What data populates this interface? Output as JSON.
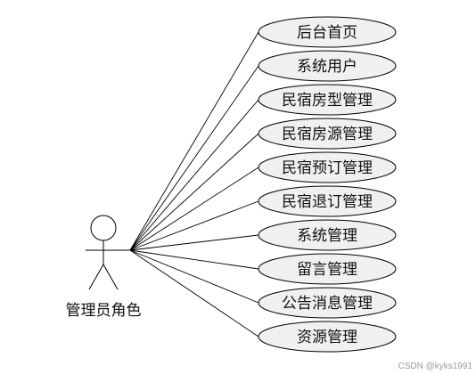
{
  "actor": {
    "label": "管理员角色"
  },
  "use_cases": [
    "后台首页",
    "系统用户",
    "民宿房型管理",
    "民宿房源管理",
    "民宿预订管理",
    "民宿退订管理",
    "系统管理",
    "留言管理",
    "公告消息管理",
    "资源管理"
  ],
  "watermark": "CSDN @kyks1991",
  "colors": {
    "ellipse_fill": "#f0f0f0",
    "stroke": "#000000"
  }
}
